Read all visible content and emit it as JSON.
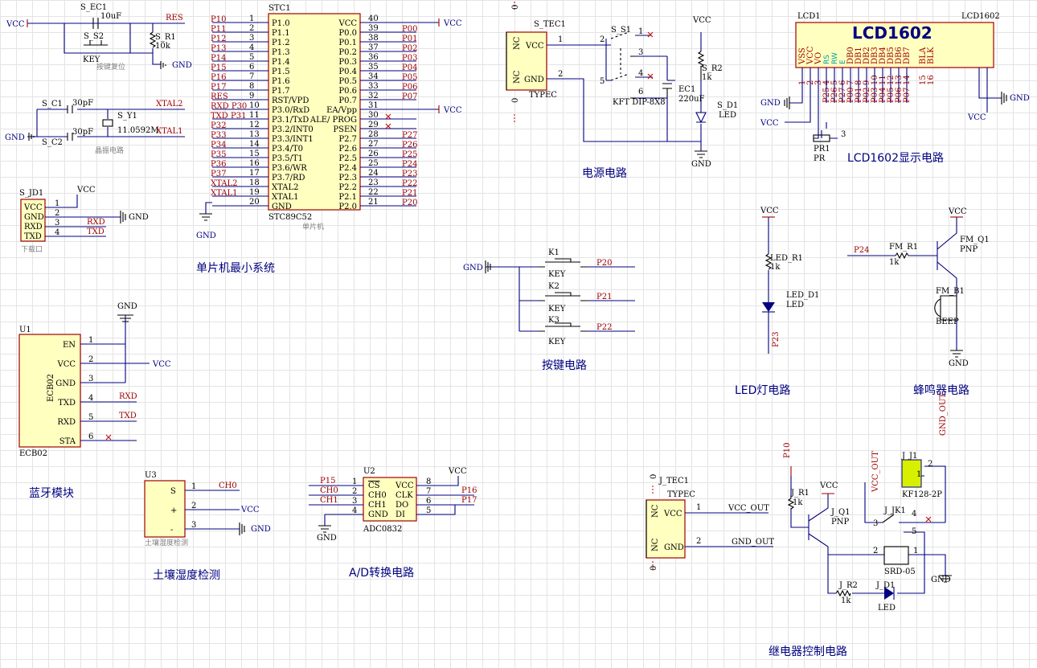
{
  "captions": {
    "mcu": "单片机最小系统",
    "power": "电源电路",
    "lcd": "LCD1602显示电路",
    "keys": "按键电路",
    "led": "LED灯电路",
    "buzzer": "蜂鸣器电路",
    "bluetooth": "蓝牙模块",
    "soil": "土壤湿度检测",
    "adc": "A/D转换电路",
    "relay": "继电器控制电路"
  },
  "reset": {
    "vcc": "VCC",
    "cap": "S_EC1",
    "cap_val": "10uF",
    "key": "S_S2",
    "key_val": "KEY",
    "res": "S_R1",
    "res_val": "10k",
    "net": "RES",
    "gnd": "GND",
    "note": "按键复位"
  },
  "crystal": {
    "c1": "S_C1",
    "c1_val": "30pF",
    "c2": "S_C2",
    "c2_val": "30pF",
    "y": "S_Y1",
    "y_val": "11.0592M",
    "net1": "XTAL2",
    "net2": "XTAL1",
    "gnd": "GND",
    "note": "晶振电路"
  },
  "download": {
    "ref": "S_JD1",
    "pins": [
      "VCC",
      "GND",
      "RXD",
      "TXD"
    ],
    "nums": [
      "1",
      "2",
      "3",
      "4"
    ],
    "vcc": "VCC",
    "gnd": "GND",
    "rxd": "RXD",
    "txd": "TXD",
    "note": "下载口"
  },
  "mcu": {
    "ref": "STC1",
    "part": "STC89C52",
    "note": "单片机",
    "left": [
      {
        "net": "P10",
        "pin": "P1.0",
        "num": "1"
      },
      {
        "net": "P11",
        "pin": "P1.1",
        "num": "2"
      },
      {
        "net": "P12",
        "pin": "P1.2",
        "num": "3"
      },
      {
        "net": "P13",
        "pin": "P1.3",
        "num": "4"
      },
      {
        "net": "P14",
        "pin": "P1.4",
        "num": "5"
      },
      {
        "net": "P15",
        "pin": "P1.5",
        "num": "6"
      },
      {
        "net": "P16",
        "pin": "P1.6",
        "num": "7"
      },
      {
        "net": "P17",
        "pin": "P1.7",
        "num": "8"
      },
      {
        "net": "RES",
        "pin": "RST/VPD",
        "num": "9"
      },
      {
        "net": "RXD P30",
        "pin": "P3.0/RxD",
        "num": "10"
      },
      {
        "net": "TXD P31",
        "pin": "P3.1/TxD",
        "num": "11"
      },
      {
        "net": "P32",
        "pin": "P3.2/INT0",
        "num": "12"
      },
      {
        "net": "P33",
        "pin": "P3.3/INT1",
        "num": "13"
      },
      {
        "net": "P34",
        "pin": "P3.4/T0",
        "num": "14"
      },
      {
        "net": "P35",
        "pin": "P3.5/T1",
        "num": "15"
      },
      {
        "net": "P36",
        "pin": "P3.6/WR",
        "num": "16"
      },
      {
        "net": "P37",
        "pin": "P3.7/RD",
        "num": "17"
      },
      {
        "net": "XTAL2",
        "pin": "XTAL2",
        "num": "18"
      },
      {
        "net": "XTAL1",
        "pin": "XTAL1",
        "num": "19"
      },
      {
        "net": "",
        "pin": "GND",
        "num": "20"
      }
    ],
    "right": [
      {
        "net": "VCC",
        "pin": "VCC",
        "num": "40"
      },
      {
        "net": "P00",
        "pin": "P0.0",
        "num": "39"
      },
      {
        "net": "P01",
        "pin": "P0.1",
        "num": "38"
      },
      {
        "net": "P02",
        "pin": "P0.2",
        "num": "37"
      },
      {
        "net": "P03",
        "pin": "P0.3",
        "num": "36"
      },
      {
        "net": "P04",
        "pin": "P0.4",
        "num": "35"
      },
      {
        "net": "P05",
        "pin": "P0.5",
        "num": "34"
      },
      {
        "net": "P06",
        "pin": "P0.6",
        "num": "33"
      },
      {
        "net": "P07",
        "pin": "P0.7",
        "num": "32"
      },
      {
        "net": "VCC",
        "pin": "EA/Vpp",
        "num": "31"
      },
      {
        "net": "",
        "pin": "ALE/ PROG",
        "num": "30"
      },
      {
        "net": "",
        "pin": "PSEN",
        "num": "29"
      },
      {
        "net": "P27",
        "pin": "P2.7",
        "num": "28"
      },
      {
        "net": "P26",
        "pin": "P2.6",
        "num": "27"
      },
      {
        "net": "P25",
        "pin": "P2.5",
        "num": "26"
      },
      {
        "net": "P24",
        "pin": "P2.4",
        "num": "25"
      },
      {
        "net": "P23",
        "pin": "P2.3",
        "num": "24"
      },
      {
        "net": "P22",
        "pin": "P2.2",
        "num": "23"
      },
      {
        "net": "P21",
        "pin": "P2.1",
        "num": "22"
      },
      {
        "net": "P20",
        "pin": "P2.0",
        "num": "21"
      }
    ],
    "gnd": "GND"
  },
  "power": {
    "ref": "S_TEC1",
    "part": "TYPEC",
    "nc": "NC",
    "vcc": "VCC",
    "gnd": "GND",
    "sw": "S_S1",
    "sw_part": "KFT DIP-8X8",
    "res": "S_R2",
    "res_val": "1k",
    "cap": "EC1",
    "cap_val": "220uF",
    "led": "S_D1",
    "led_val": "LED",
    "vcc_net": "VCC",
    "gnd_net": "GND",
    "zero": "0",
    "pin_nums": [
      "1",
      "2",
      "3",
      "4",
      "5",
      "6"
    ]
  },
  "lcd": {
    "ref": "LCD1",
    "part": "LCD1602",
    "title": "LCD1602",
    "pins": [
      "VSS",
      "VCC",
      "VO",
      "RS",
      "RW",
      "E",
      "DB0",
      "DB1",
      "DB2",
      "DB3",
      "DB4",
      "DB5",
      "DB6",
      "DB7",
      "BLA",
      "BLK"
    ],
    "nums": [
      "1",
      "2",
      "3",
      "4",
      "5",
      "6",
      "7",
      "8",
      "9",
      "10",
      "11",
      "12",
      "13",
      "14",
      "15",
      "16"
    ],
    "nets": [
      "",
      "",
      "",
      "P25",
      "P26",
      "P27",
      "P00",
      "P01",
      "P02",
      "P03",
      "P04",
      "P05",
      "P06",
      "P07",
      "",
      ""
    ],
    "gnd": "GND",
    "vcc": "VCC",
    "pot": "PR1",
    "pot_val": "PR",
    "pot_pin": "3"
  },
  "keys": {
    "gnd": "GND",
    "items": [
      {
        "ref": "K1",
        "val": "KEY",
        "net": "P20"
      },
      {
        "ref": "K2",
        "val": "KEY",
        "net": "P21"
      },
      {
        "ref": "K3",
        "val": "KEY",
        "net": "P22"
      }
    ]
  },
  "led": {
    "vcc": "VCC",
    "res": "LED_R1",
    "res_val": "1k",
    "led": "LED_D1",
    "led_val": "LED",
    "net": "P23"
  },
  "buzzer": {
    "vcc": "VCC",
    "net": "P24",
    "res": "FM_R1",
    "res_val": "1k",
    "q": "FM_Q1",
    "q_val": "PNP",
    "b": "FM_B1",
    "b_val": "BEEP",
    "gnd": "GND"
  },
  "bluetooth": {
    "ref": "U1",
    "part": "ECB02",
    "body": "ECB02",
    "gnd": "GND",
    "vcc": "VCC",
    "pins": [
      "EN",
      "VCC",
      "GND",
      "TXD",
      "RXD",
      "STA"
    ],
    "nums": [
      "1",
      "2",
      "3",
      "4",
      "5",
      "6"
    ],
    "nets": [
      "",
      "",
      "",
      "RXD",
      "TXD",
      ""
    ]
  },
  "soil": {
    "ref": "U3",
    "pins": [
      "S",
      "+",
      "-"
    ],
    "nums": [
      "1",
      "2",
      "3"
    ],
    "net": "CH0",
    "vcc": "VCC",
    "gnd": "GND",
    "note": "土壤湿度检测"
  },
  "adc": {
    "ref": "U2",
    "part": "ADC0832",
    "left": [
      "CS",
      "CH0",
      "CH1",
      "GND"
    ],
    "right": [
      "VCC",
      "CLK",
      "DO",
      "DI"
    ],
    "lnums": [
      "1",
      "2",
      "3",
      "4"
    ],
    "rnums": [
      "8",
      "7",
      "6",
      "5"
    ],
    "lnets": [
      "P15",
      "CH0",
      "CH1",
      ""
    ],
    "rnets": [
      "VCC",
      "P16",
      "P17",
      ""
    ],
    "gnd": "GND"
  },
  "relay": {
    "ref": "J_TEC1",
    "part": "TYPEC",
    "nc": "NC",
    "vcc": "VCC",
    "gnd": "GND",
    "vcc_out": "VCC_OUT",
    "gnd_out": "GND_OUT",
    "p10": "P10",
    "r1": "J_R1",
    "r1_val": "1k",
    "q": "J_Q1",
    "q_val": "PNP",
    "vcc_top": "VCC",
    "vcc_out_v": "VCC_OUT",
    "jk": "J_JK1",
    "jk_part": "SRD-05",
    "j1": "J_J1",
    "j1_part": "KF128-2P",
    "gnd_out_v": "GND_OUT",
    "r2": "J_R2",
    "r2_val": "1k",
    "d1": "J_D1",
    "d1_val": "LED",
    "gnd_net": "GND",
    "zero": "0",
    "pin_nums": [
      "1",
      "2",
      "3",
      "4",
      "5"
    ]
  }
}
